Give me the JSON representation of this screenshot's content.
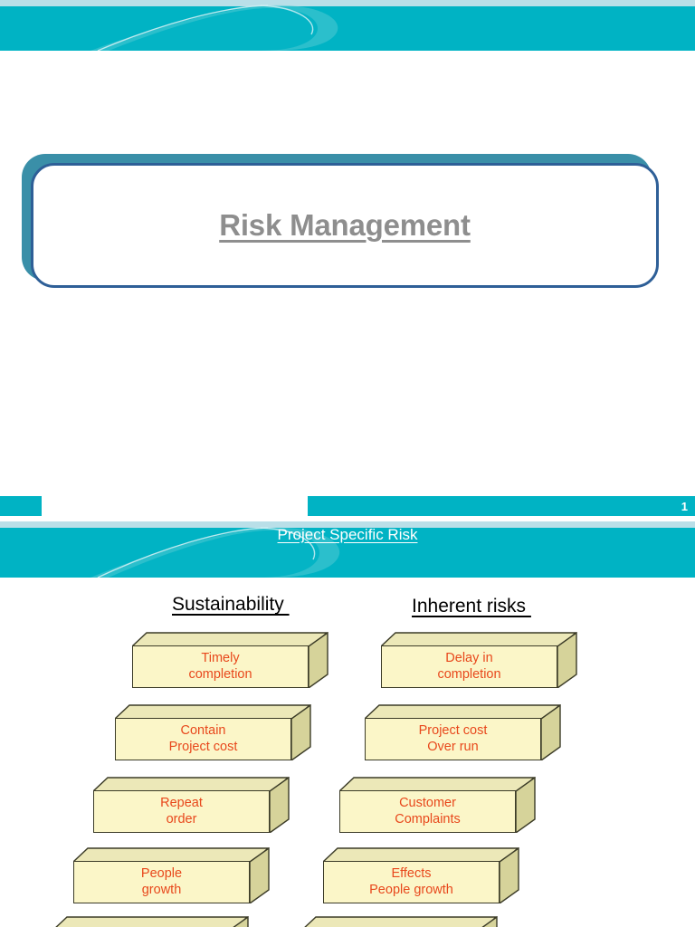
{
  "theme": {
    "teal": "#00b3c4",
    "light_teal_strip": "#b9dfe8",
    "swoosh": "#4fc9d4",
    "title_border": "#2e5f97",
    "title_shadow": "#3a8fa8",
    "title_text_color": "#8e8e8e",
    "box_face": "#fbf6c8",
    "box_side": "#d6d39a",
    "box_top": "#ece8b8",
    "box_outline": "#3b3b27",
    "box_label_color": "#e8481c",
    "heading_color": "#000000"
  },
  "slide1": {
    "title": "Risk Management",
    "page_number": "1"
  },
  "slide2": {
    "title": "Project Specific Risk",
    "columns": [
      {
        "heading": "Sustainability ",
        "items": [
          {
            "line1": "Timely",
            "line2": "completion"
          },
          {
            "line1": "Contain",
            "line2": "Project cost"
          },
          {
            "line1": "Repeat",
            "line2": "order"
          },
          {
            "line1": "People",
            "line2": "growth"
          },
          {
            "line1": "",
            "line2": ""
          }
        ]
      },
      {
        "heading": "Inherent risks ",
        "items": [
          {
            "line1": "Delay in",
            "line2": "completion"
          },
          {
            "line1": "Project cost",
            "line2": "Over run"
          },
          {
            "line1": "Customer",
            "line2": "Complaints"
          },
          {
            "line1": "Effects",
            "line2": "People growth"
          },
          {
            "line1": "",
            "line2": ""
          }
        ]
      }
    ]
  }
}
